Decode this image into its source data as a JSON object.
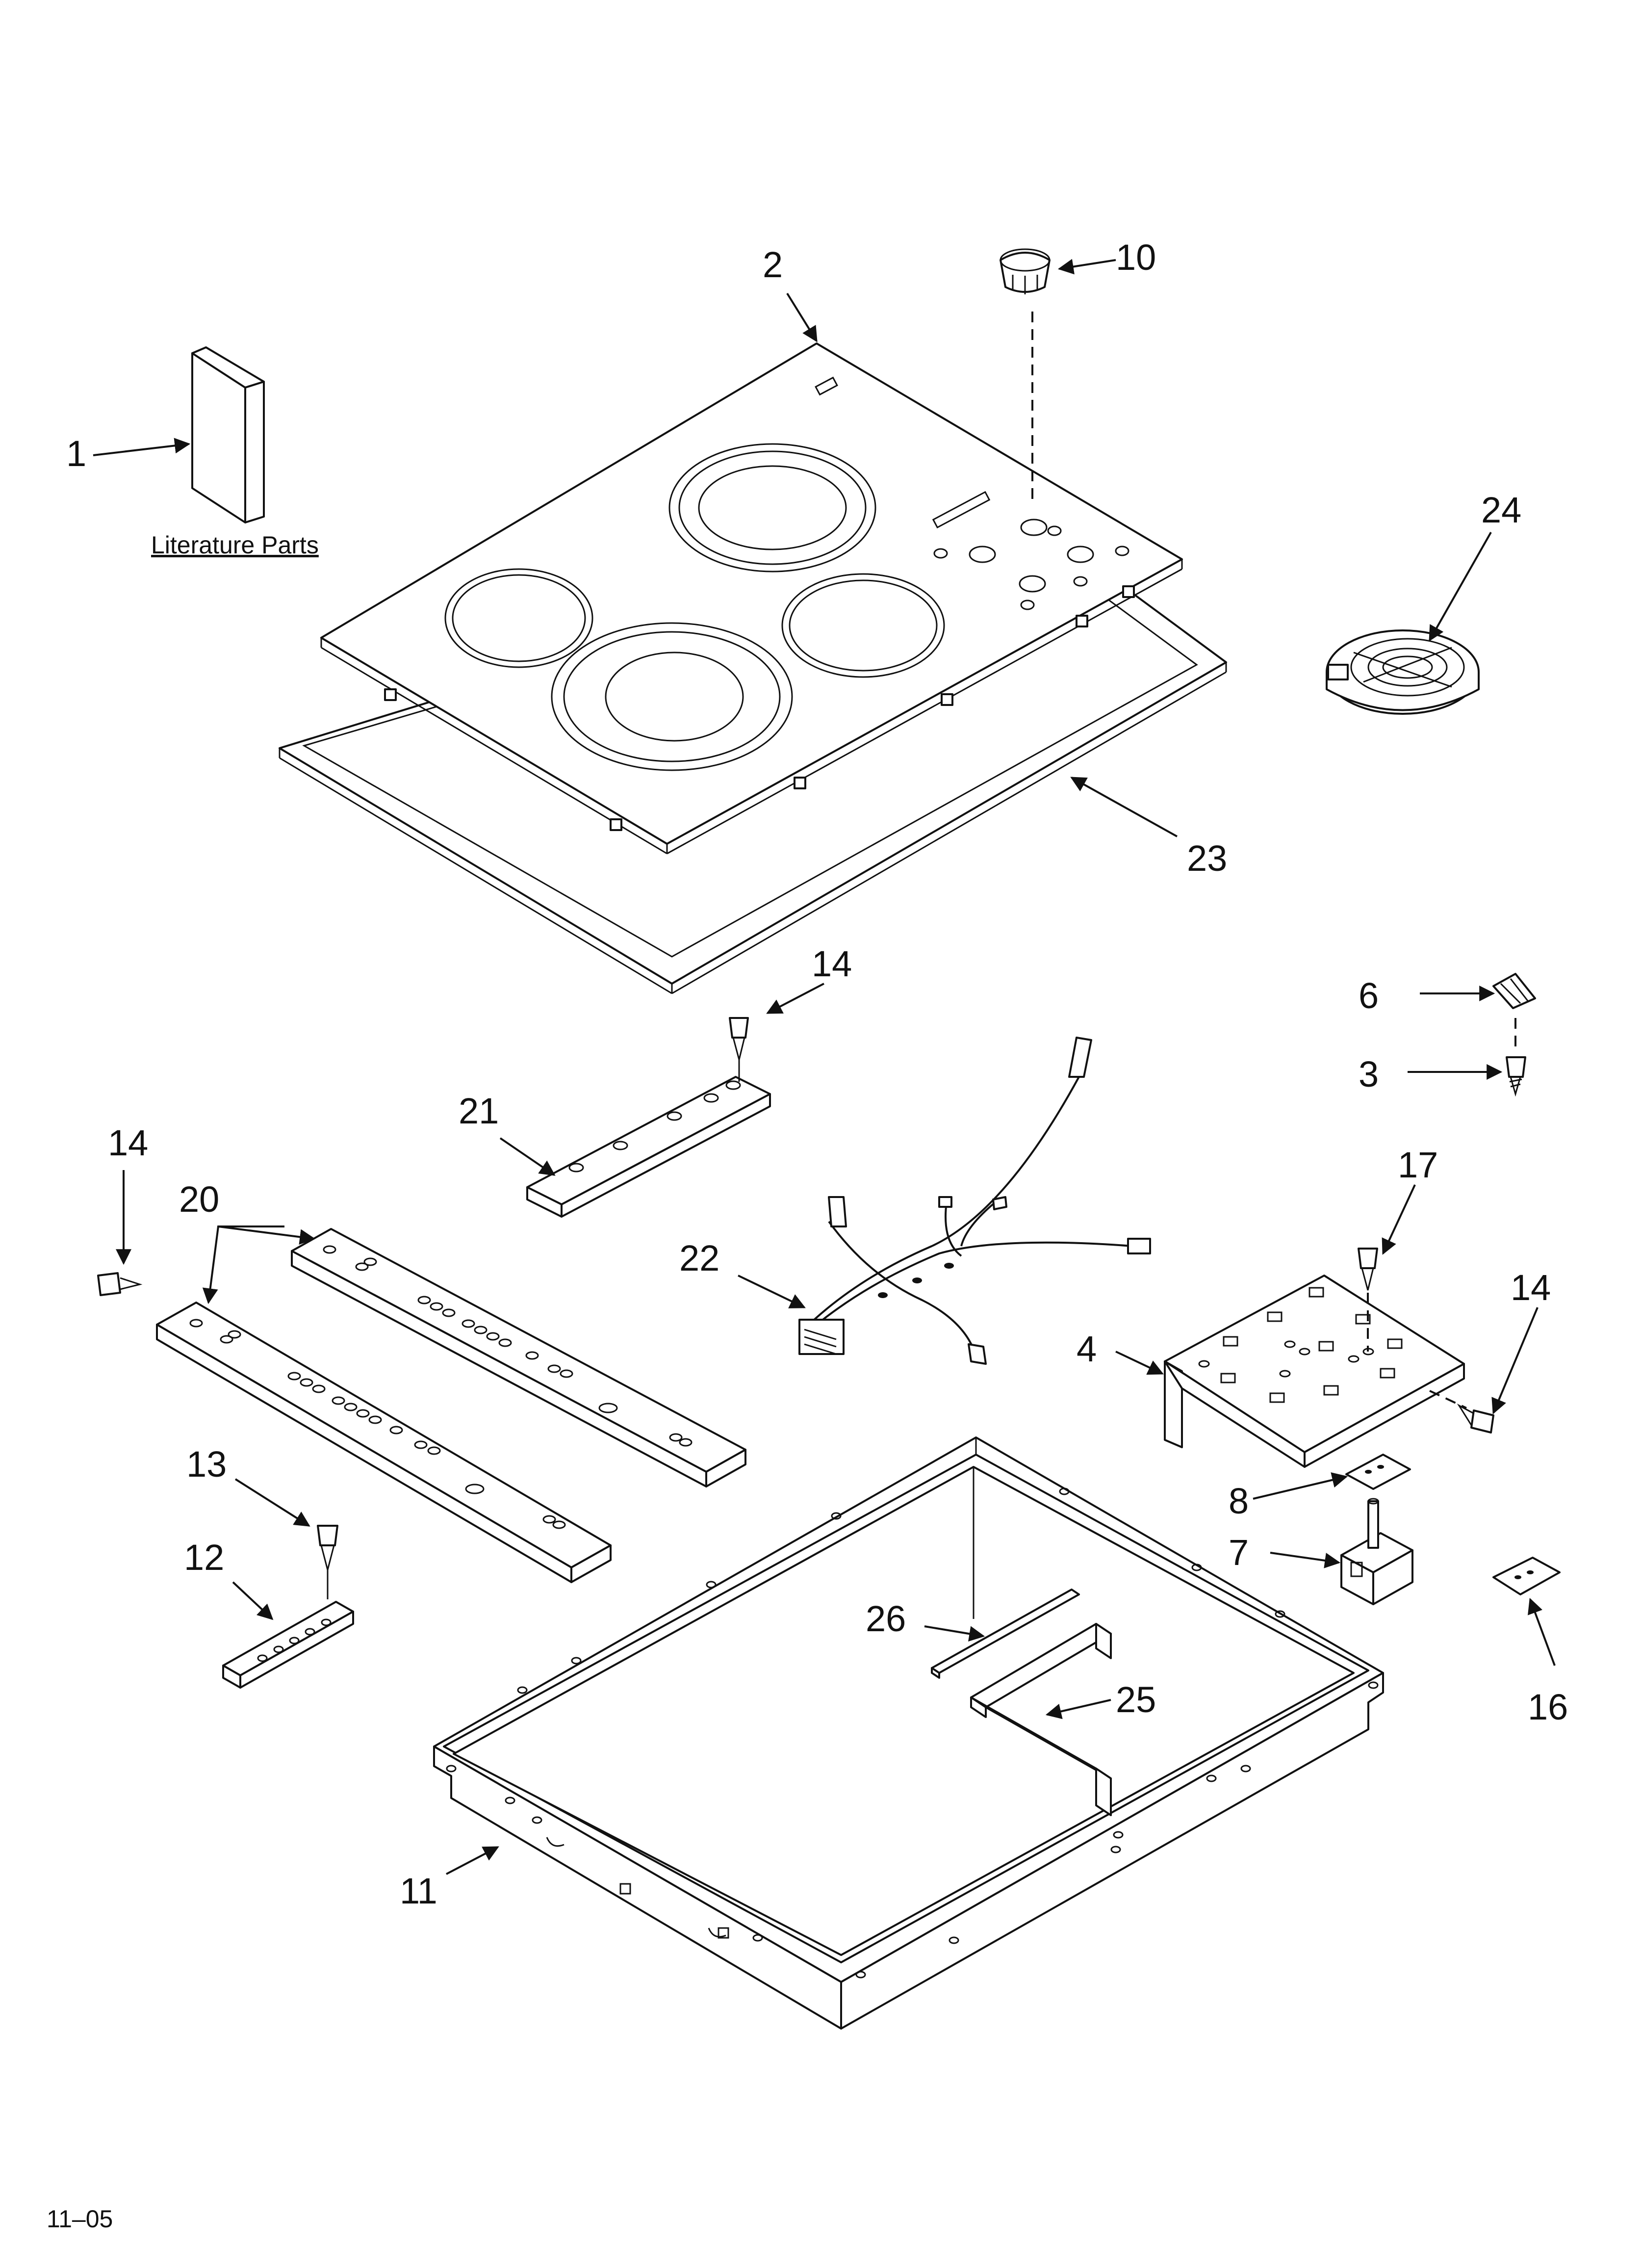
{
  "diagram": {
    "literature_label": "Literature Parts",
    "date_code": "11–05",
    "callouts": {
      "c1": "1",
      "c2": "2",
      "c3": "3",
      "c4": "4",
      "c6": "6",
      "c7": "7",
      "c8": "8",
      "c10": "10",
      "c11": "11",
      "c12": "12",
      "c13": "13",
      "c14a": "14",
      "c14b": "14",
      "c14c": "14",
      "c16": "16",
      "c17": "17",
      "c20": "20",
      "c21": "21",
      "c22": "22",
      "c23": "23",
      "c24": "24",
      "c25": "25",
      "c26": "26"
    }
  }
}
